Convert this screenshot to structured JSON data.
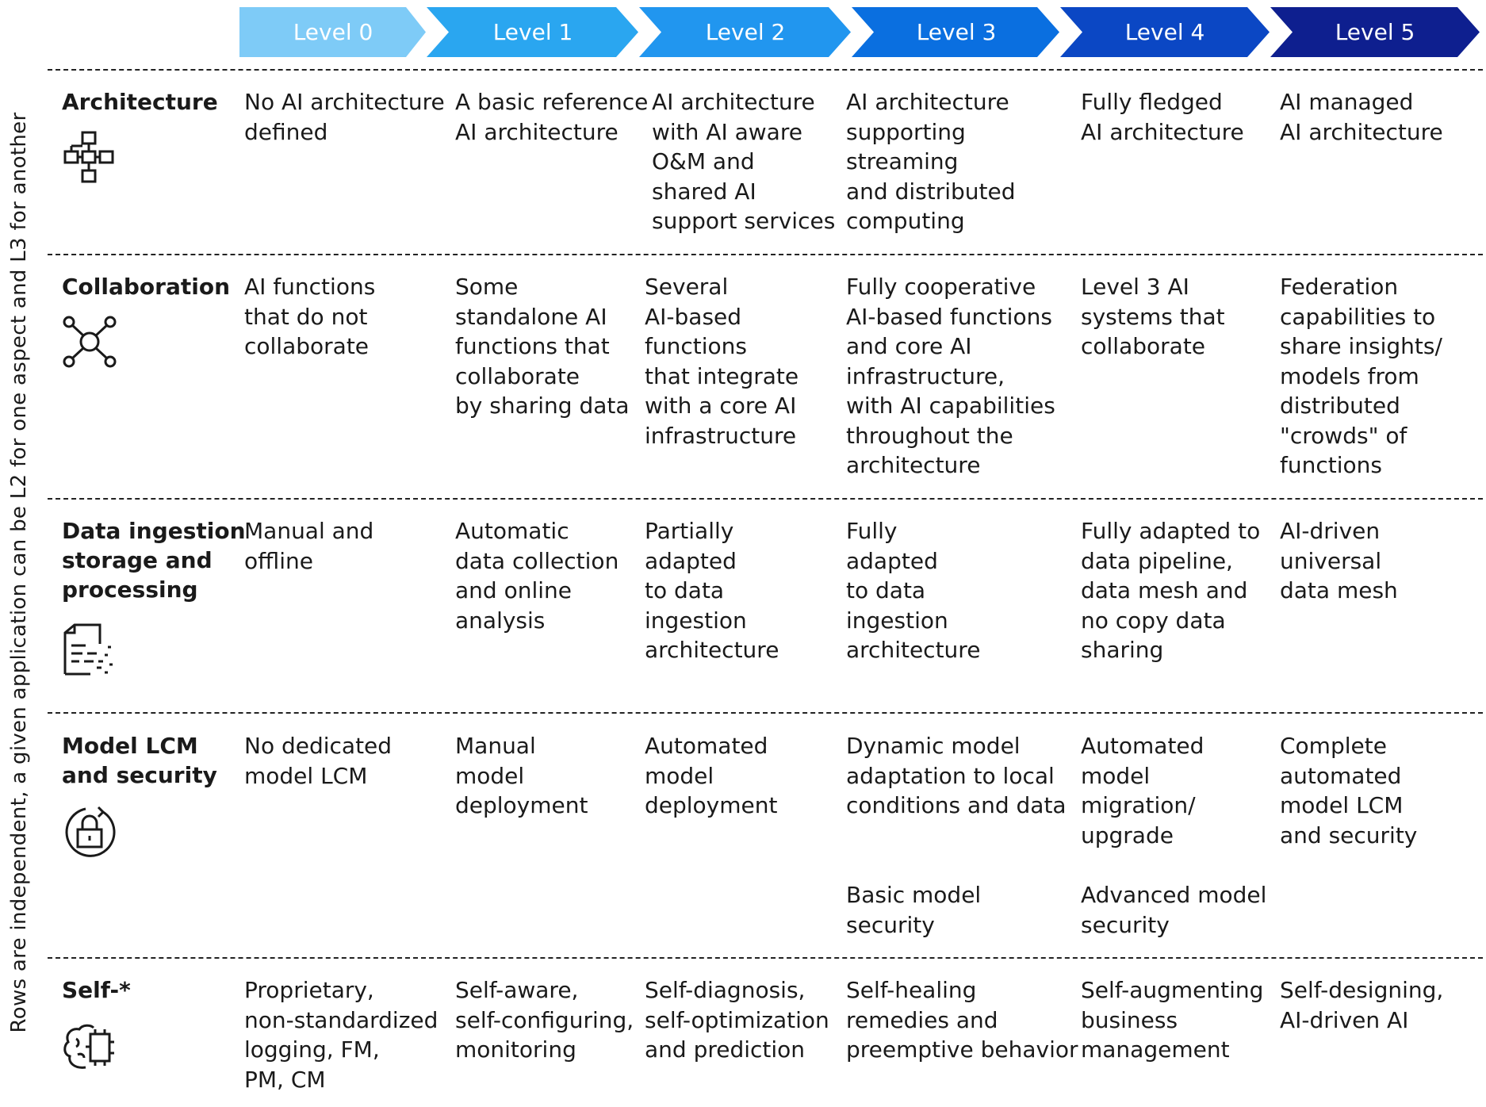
{
  "side_note": "Rows are independent, a given application can be L2 for one aspect and L3 for another",
  "levels": [
    {
      "label": "Level 0",
      "color": "#7ecbf7"
    },
    {
      "label": "Level 1",
      "color": "#2aa6f0"
    },
    {
      "label": "Level 2",
      "color": "#2196ef"
    },
    {
      "label": "Level 3",
      "color": "#0a6fe0"
    },
    {
      "label": "Level 4",
      "color": "#0b47c4"
    },
    {
      "label": "Level 5",
      "color": "#0e1f8f"
    }
  ],
  "rows": [
    {
      "label": "Architecture",
      "icon": "architecture-icon",
      "cells": [
        "No AI architecture\ndefined",
        "A basic reference\nAI architecture",
        "AI architecture\nwith AI aware\nO&M and\nshared AI\nsupport services",
        "AI architecture\nsupporting\nstreaming\nand distributed\ncomputing",
        "Fully fledged\nAI architecture",
        "AI managed\nAI architecture"
      ]
    },
    {
      "label": "Collaboration",
      "icon": "collaboration-network-icon",
      "cells": [
        "AI functions\nthat do not\ncollaborate",
        "Some\nstandalone AI\nfunctions that\ncollaborate\nby sharing data",
        "Several\nAI-based\nfunctions\nthat integrate\nwith a core AI\ninfrastructure",
        "Fully cooperative\nAI-based functions\nand core AI\ninfrastructure,\nwith AI capabilities\nthroughout the\narchitecture",
        "Level 3 AI\nsystems that\ncollaborate",
        "Federation\ncapabilities to\nshare insights/\nmodels from\ndistributed\n\"crowds\" of\nfunctions"
      ]
    },
    {
      "label": "Data ingestion\nstorage and\nprocessing",
      "icon": "data-document-icon",
      "cells": [
        "Manual and\noffline",
        "Automatic\ndata collection\nand online\nanalysis",
        "Partially\nadapted\nto data\ningestion\narchitecture",
        "Fully\nadapted\nto data\ningestion\narchitecture",
        "Fully adapted to\ndata pipeline,\ndata mesh and\nno copy data\nsharing",
        "AI-driven\nuniversal\ndata mesh"
      ]
    },
    {
      "label": "Model LCM\nand security",
      "icon": "lock-refresh-icon",
      "cells": [
        "No dedicated\nmodel LCM",
        "Manual\nmodel\ndeployment",
        "Automated\nmodel\ndeployment",
        "Dynamic model\nadaptation to local\nconditions and data",
        "Automated\nmodel\nmigration/\nupgrade",
        "Complete\nautomated\nmodel LCM\nand security"
      ],
      "extra_cells": [
        "Basic model\nsecurity",
        "Advanced model\nsecurity"
      ]
    },
    {
      "label": "Self-*",
      "icon": "brain-chip-icon",
      "cells": [
        "Proprietary,\nnon-standardized\nlogging, FM,\nPM, CM",
        "Self-aware,\nself-configuring,\nmonitoring",
        "Self-diagnosis,\nself-optimization\nand prediction",
        "Self-healing\nremedies and\npreemptive behavior",
        "Self-augmenting\nbusiness\nmanagement",
        "Self-designing,\nAI-driven AI"
      ]
    }
  ]
}
